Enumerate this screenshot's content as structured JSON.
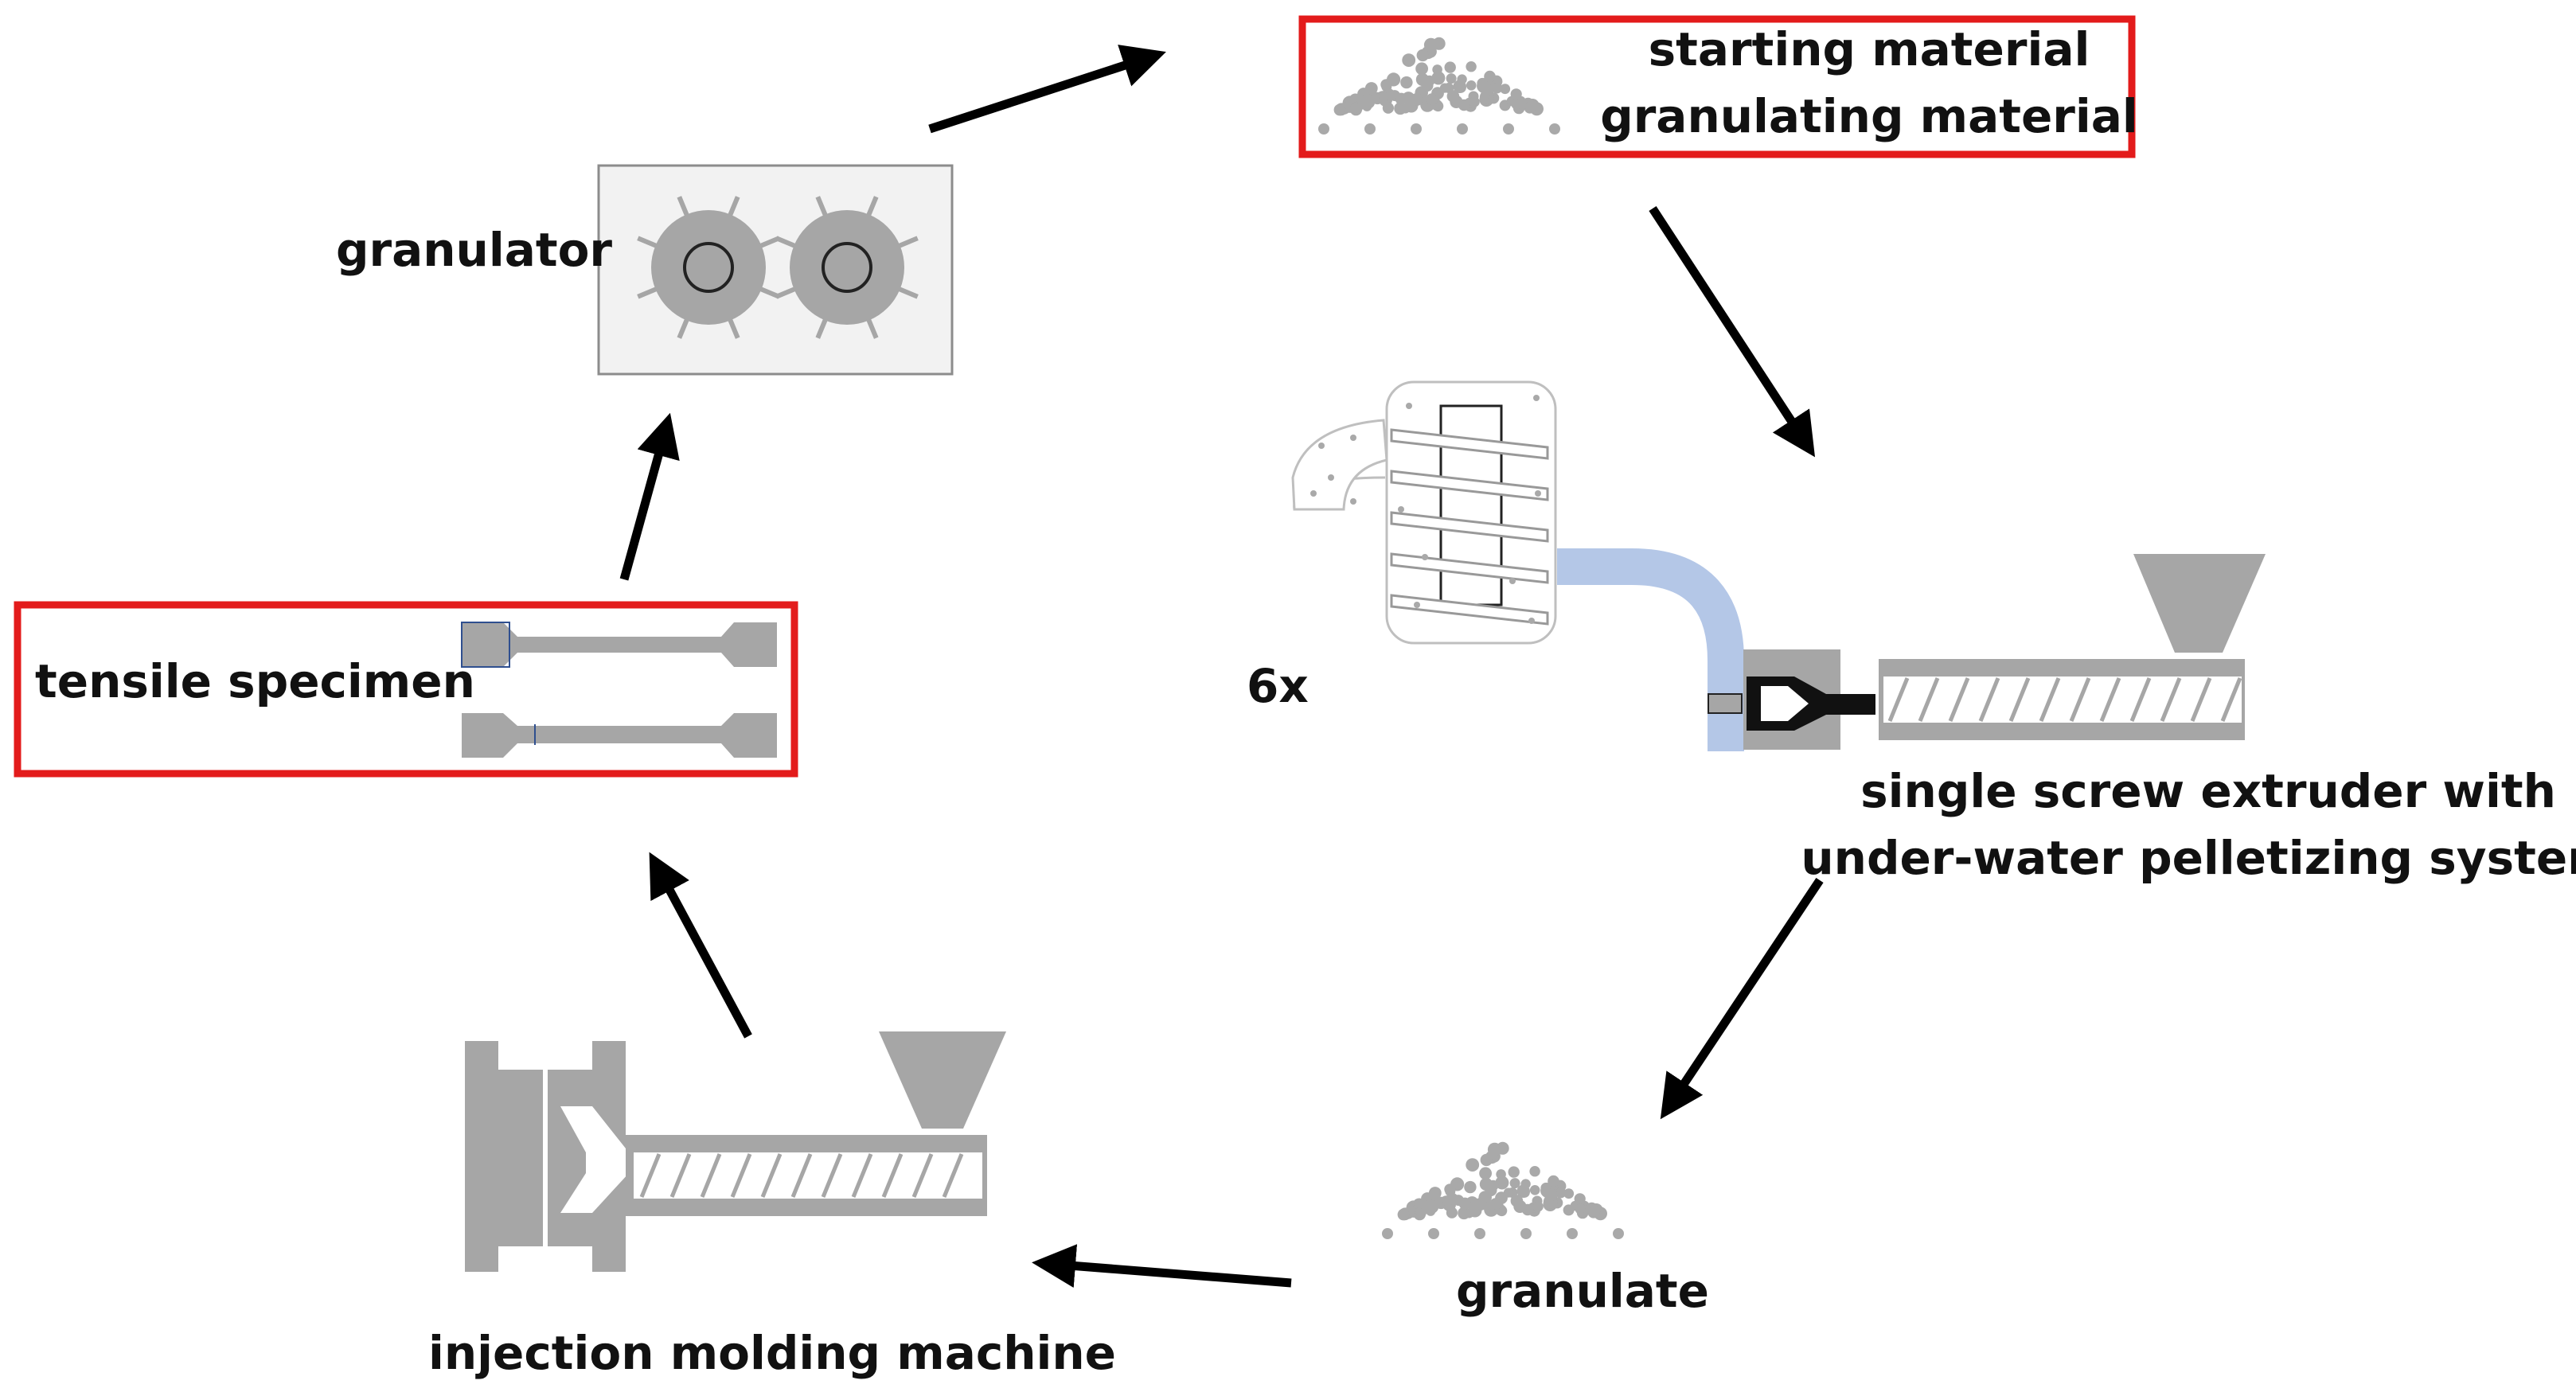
{
  "labels": {
    "starting_material": "starting material",
    "granulating_material": "granulating material",
    "granulator": "granulator",
    "tensile_specimen": "tensile specimen",
    "six_x": "6x",
    "extruder_line1": "single screw extruder with",
    "extruder_line2": "under-water pelletizing system",
    "granulate": "granulate",
    "injection_molding": "injection molding machine"
  },
  "colors": {
    "highlight_box": "#e31b1b",
    "machine_gray": "#a6a6a6",
    "pellet_gray": "#a9a9a9",
    "water_pipe": "#b4c7e7",
    "arrow": "#000000"
  },
  "icons": {
    "granulator": "granulator-rotors-icon",
    "extruder": "single-screw-extruder-icon",
    "pelletizer": "under-water-pelletizer-icon",
    "mixer": "mixing-tank-icon",
    "injection": "injection-molding-machine-icon",
    "specimen": "dog-bone-specimen-icon",
    "pellets": "pellet-pile-icon"
  }
}
